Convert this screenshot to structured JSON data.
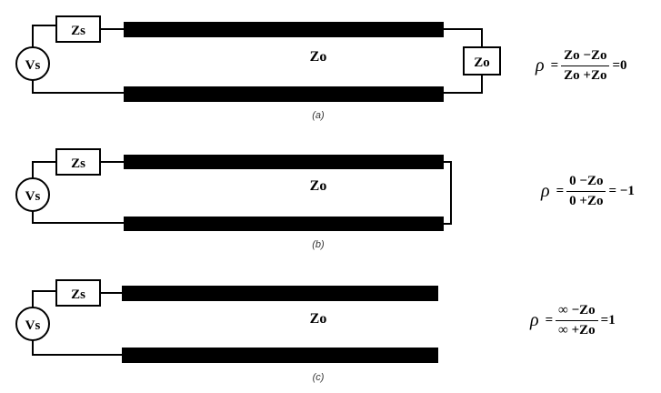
{
  "circuits": [
    {
      "caption": "(a)",
      "source_label": "Vs",
      "zs_label": "Zs",
      "zo_label": "Zo",
      "load_label": "Zo",
      "formula": {
        "rho": "ρ",
        "equals": "=",
        "numerator": "Zo −Zo",
        "denominator": "Zo +Zo",
        "result": "=0"
      }
    },
    {
      "caption": "(b)",
      "source_label": "Vs",
      "zs_label": "Zs",
      "zo_label": "Zo",
      "formula": {
        "rho": "ρ",
        "equals": "=",
        "numerator": "0 −Zo",
        "denominator": "0 +Zo",
        "result": "= −1"
      }
    },
    {
      "caption": "(c)",
      "source_label": "Vs",
      "zs_label": "Zs",
      "zo_label": "Zo",
      "formula": {
        "rho": "ρ",
        "equals": "=",
        "numerator": "∞ −Zo",
        "denominator": "∞ +Zo",
        "result": "=1"
      }
    }
  ]
}
